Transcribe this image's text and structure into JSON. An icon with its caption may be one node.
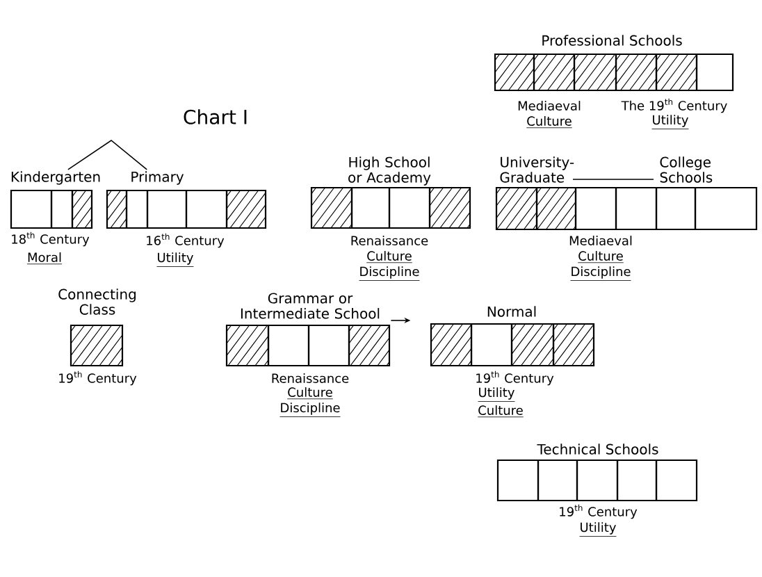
{
  "diagram": {
    "title": "Chart I",
    "nodes": [
      {
        "text": [
          "Professional Schools",
          "Mediaeval",
          "Culture",
          "The 19$^{th}$ Century",
          "Utility"
        ]
      },
      {
        "text": [
          "Kindergarten",
          "18$^{th}$ Century",
          "Moral"
        ]
      },
      {
        "text": [
          "Primary",
          "16$^{th}$ Century",
          "Utility"
        ]
      },
      {
        "text": [
          "High School or Academy",
          "Renaissance",
          "Culture",
          "Discipline"
        ]
      },
      {
        "text": [
          "University-Graduate",
          "College Schools",
          "Mediaeval",
          "Culture",
          "Discipline"
        ]
      },
      {
        "text": [
          "Connecting Class",
          "19$^{th}$ Century"
        ]
      },
      {
        "text": [
          "Grammar or Intermediate School",
          "Renaissance",
          "Culture",
          "Discipline"
        ]
      },
      {
        "text": [
          "Normal",
          "19$^{th}$ Century",
          "Utility",
          "Culture"
        ]
      },
      {
        "text": [
          "Technical Schools",
          "19$^{th}$ Century",
          "Utility"
        ]
      }
    ],
    "edges": [
      {
        "from": 1,
        "to": 2,
        "arrow": "none"
      },
      {
        "from": 6,
        "to": null,
        "arrow": "to"
      }
    ]
  }
}
